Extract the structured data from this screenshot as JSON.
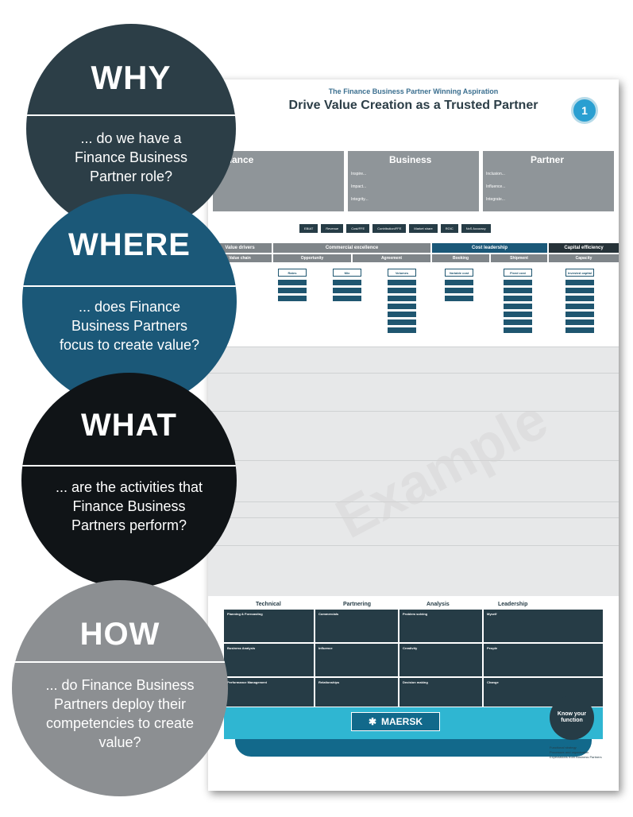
{
  "poster": {
    "subtitle": "The Finance Business Partner Winning Aspiration",
    "title": "Drive Value Creation as a Trusted Partner",
    "logo_text": "1",
    "sections": {
      "finance": {
        "heading": "Finance"
      },
      "business": {
        "heading": "Business",
        "labels": [
          "Inspire...",
          "Impact...",
          "Integrity..."
        ]
      },
      "partner": {
        "heading": "Partner",
        "labels": [
          "Inclusion...",
          "Influence...",
          "Integrate..."
        ]
      }
    },
    "kpis": [
      "EBIAT",
      "Revenue",
      "Cost/FFE",
      "Contribution/FFE",
      "Market share",
      "ROIC",
      "NxS Accuracy"
    ],
    "bands": {
      "value_drivers": "Value drivers",
      "commercial_excellence": "Commercial excellence",
      "cost_leadership": "Cost leadership",
      "capital_efficiency": "Capital efficiency"
    },
    "sub_bands": {
      "value_chain": "Value chain",
      "opportunity": "Opportunity",
      "agreement": "Agreement",
      "booking": "Booking",
      "shipment": "Shipment",
      "capacity": "Capacity"
    },
    "driver_headers": [
      "Rates",
      "Mix",
      "Volumes",
      "Variable cost",
      "Fixed cost",
      "Invested capital"
    ],
    "competencies": {
      "technical": "Technical",
      "partnering": "Partnering",
      "analysis": "Analysis",
      "leadership": "Leadership"
    },
    "competency_boxes": [
      "Planning & Forecasting",
      "Commercials",
      "Problem solving",
      "Myself",
      "Business Analysis",
      "Influence",
      "Creativity",
      "People",
      "Performance Management",
      "Relationships",
      "Decision making",
      "Change"
    ],
    "brand": "MAERSK",
    "know_your_function": "Know your function",
    "legend": [
      "Functional strategy",
      "Processes and organisation",
      "Expectations from Business Partners"
    ],
    "watermark": "Example"
  },
  "circles": {
    "why": {
      "title": "WHY",
      "text": "... do we have a Finance Business Partner role?"
    },
    "where": {
      "title": "WHERE",
      "text": "... does Finance Business Partners focus to create value?"
    },
    "what": {
      "title": "WHAT",
      "text": "... are the activities that Finance Business Partners perform?"
    },
    "how": {
      "title": "HOW",
      "text": "... do Finance Business Partners deploy their competencies to create value?"
    }
  },
  "colors": {
    "why": "#2c3e47",
    "where": "#1b5878",
    "what": "#101417",
    "how": "#8c8f92",
    "accent": "#2fb6d2"
  }
}
